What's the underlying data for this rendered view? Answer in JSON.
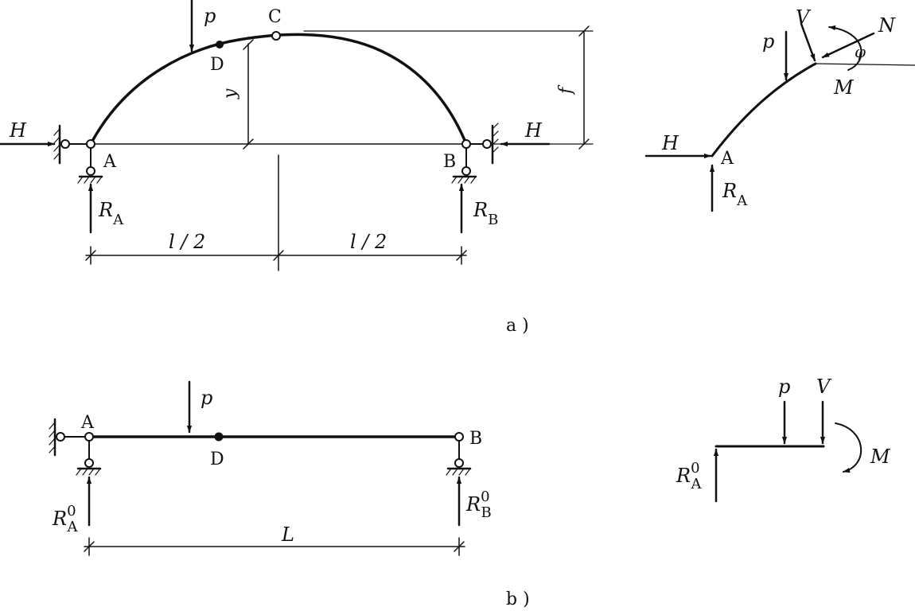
{
  "diagram_a": {
    "arch": {
      "p": "p",
      "C": "C",
      "D": "D",
      "y": "y",
      "f": "f",
      "H_left": "H",
      "H_right": "H",
      "A": "A",
      "B": "B",
      "RA": "R",
      "RA_sub": "A",
      "RB": "R",
      "RB_sub": "B",
      "half_left": "l / 2",
      "half_right": "l / 2"
    },
    "fbd": {
      "p": "p",
      "V": "V",
      "N": "N",
      "phi": "φ",
      "M": "M",
      "H": "H",
      "A": "A",
      "RA": "R",
      "RA_sub": "A"
    },
    "caption": "a )"
  },
  "diagram_b": {
    "beam": {
      "p": "p",
      "A": "A",
      "B": "B",
      "D": "D",
      "RA": "R",
      "RA_sup": "0",
      "RA_sub": "A",
      "RB": "R",
      "RB_sup": "0",
      "RB_sub": "B",
      "L": "L"
    },
    "fbd": {
      "p": "p",
      "V": "V",
      "M": "M",
      "RA": "R",
      "RA_sup": "0",
      "RA_sub": "A"
    },
    "caption": "b )"
  }
}
